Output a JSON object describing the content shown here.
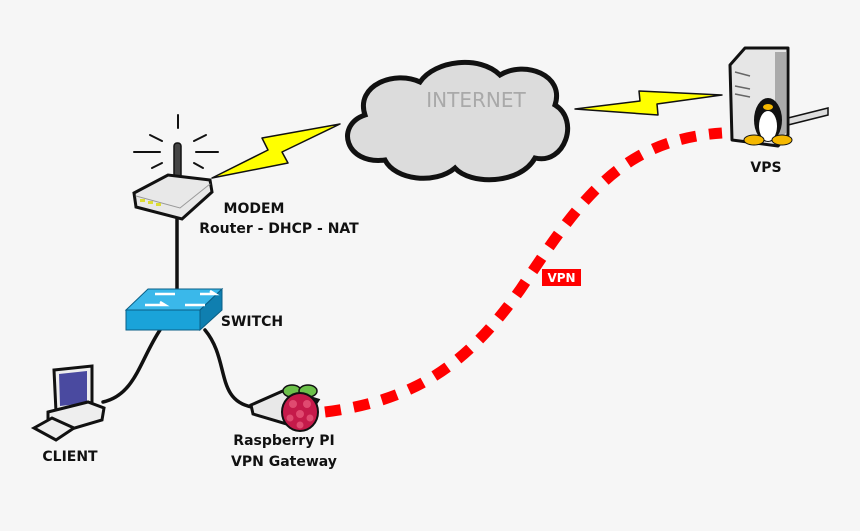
{
  "cloud": {
    "label": "INTERNET"
  },
  "nodes": {
    "modem": {
      "line1": "MODEM",
      "line2": "Router - DHCP - NAT"
    },
    "switch": {
      "label": "SWITCH"
    },
    "client": {
      "label": "CLIENT"
    },
    "gateway": {
      "line1": "Raspberry PI",
      "line2": "VPN Gateway"
    },
    "vps": {
      "label": "VPS"
    }
  },
  "tunnel": {
    "label": "VPN",
    "color": "#ff0000"
  },
  "colors": {
    "lightning": "#ffff00",
    "switch": "#1aa3d9",
    "raspberry": "#c51a4a",
    "leaf": "#6cc04a",
    "screen": "#4a4aa0"
  }
}
